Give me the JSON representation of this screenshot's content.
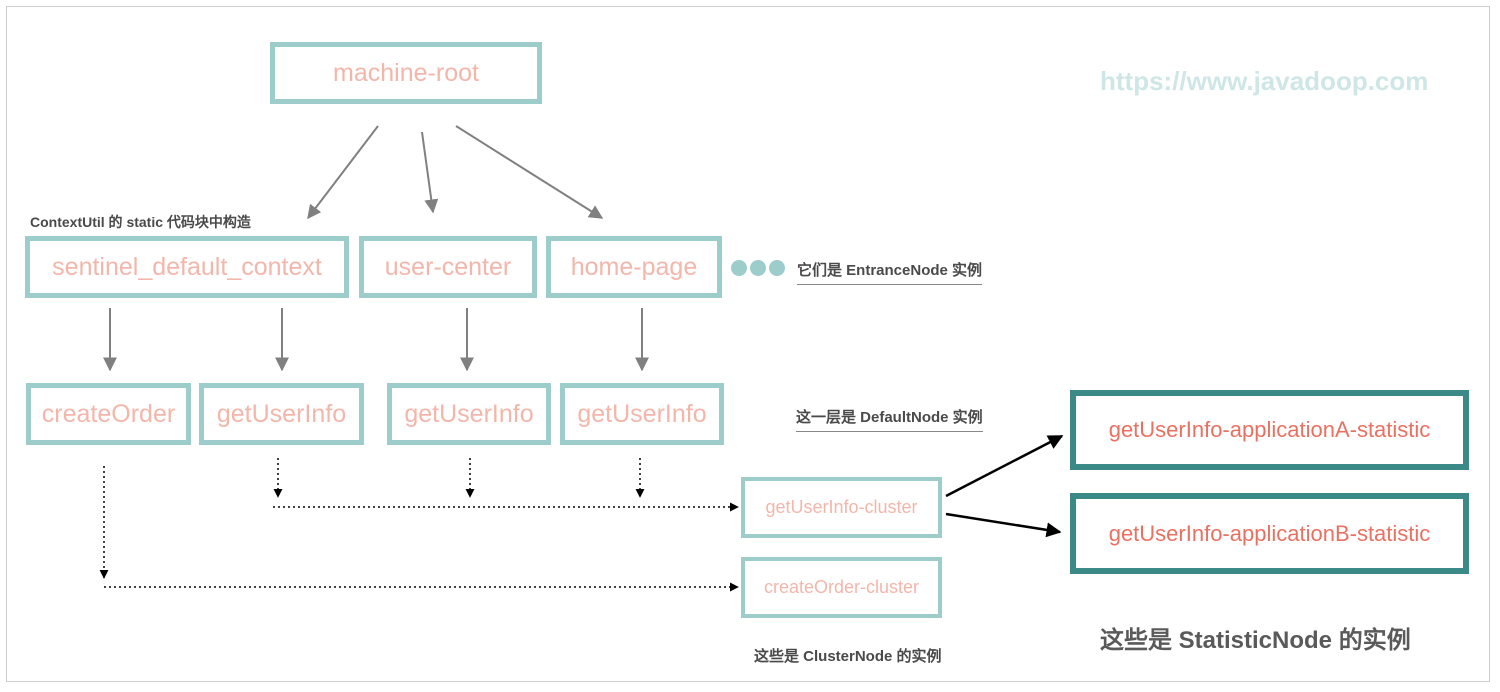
{
  "watermark": "https://www.javadoop.com",
  "nodes": {
    "root": "machine-root",
    "sentinel_default_context": "sentinel_default_context",
    "user_center": "user-center",
    "home_page": "home-page",
    "create_order": "createOrder",
    "get_user_info_1": "getUserInfo",
    "get_user_info_2": "getUserInfo",
    "get_user_info_3": "getUserInfo",
    "get_user_info_cluster": "getUserInfo-cluster",
    "create_order_cluster": "createOrder-cluster",
    "stat_a": "getUserInfo-applicationA-statistic",
    "stat_b": "getUserInfo-applicationB-statistic"
  },
  "notes": {
    "context_util": "ContextUtil 的 static 代码块中构造",
    "entrance_node": "它们是 EntranceNode 实例",
    "default_node": "这一层是 DefaultNode 实例",
    "cluster_node": "这些是 ClusterNode 的实例",
    "statistic_node": "这些是 StatisticNode 的实例"
  },
  "colors": {
    "node_border": "#9ccdcb",
    "node_text": "#f4b6aa",
    "stat_border": "#3c8a87",
    "stat_text": "#ea7162",
    "arrow_gray": "#808080",
    "arrow_black": "#000000"
  }
}
